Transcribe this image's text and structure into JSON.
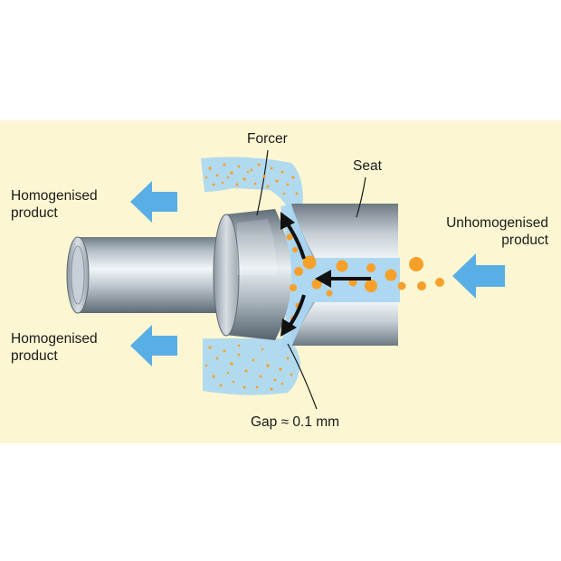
{
  "labels": {
    "forcer": "Forcer",
    "seat": "Seat",
    "unhomogenised_line1": "Unhomogenised",
    "unhomogenised_line2": "product",
    "homogenised_top_line1": "Homogenised",
    "homogenised_top_line2": "product",
    "homogenised_bottom_line1": "Homogenised",
    "homogenised_bottom_line2": "product",
    "gap": "Gap ≈ 0.1 mm"
  },
  "colors": {
    "background_panel": "#fcf7d2",
    "fluid_blue": "#aad6f2",
    "arrow_blue": "#5aaee6",
    "droplet_orange": "#f6a02a",
    "metal_dark": "#6d7a84",
    "metal_light": "#eef3f6"
  },
  "icons": {
    "incoming_flow": "arrow-left-icon",
    "outgoing_flow": "arrow-left-icon",
    "internal_flow": "flow-arrow-icon"
  }
}
